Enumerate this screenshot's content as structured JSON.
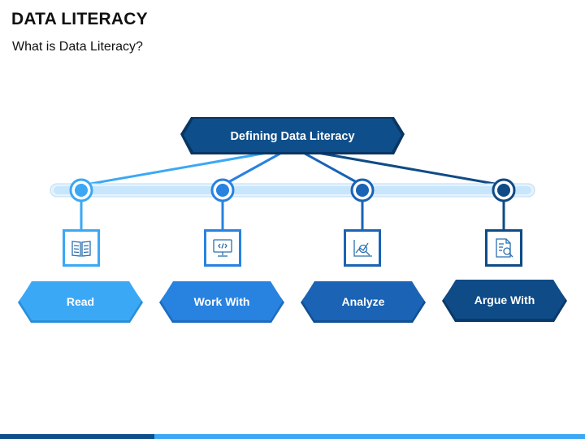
{
  "title": "DATA LITERACY",
  "subtitle": "What is Data Literacy?",
  "header_label": "Defining Data Literacy",
  "colors": {
    "header": "#0e4e8a",
    "header_dark": "#0a3562",
    "timeline": "#c8e6fb",
    "accent": "#2e8fe6"
  },
  "items": [
    {
      "label": "Read",
      "icon": "book-icon",
      "color": "#3ba8f5",
      "dark": "#2a8ed6"
    },
    {
      "label": "Work With",
      "icon": "monitor-code-icon",
      "color": "#2882e0",
      "dark": "#1e6cc0"
    },
    {
      "label": "Analyze",
      "icon": "chart-search-icon",
      "color": "#1a63b5",
      "dark": "#124f94"
    },
    {
      "label": "Argue With",
      "icon": "document-search-icon",
      "color": "#0f4b86",
      "dark": "#0a386a"
    }
  ]
}
